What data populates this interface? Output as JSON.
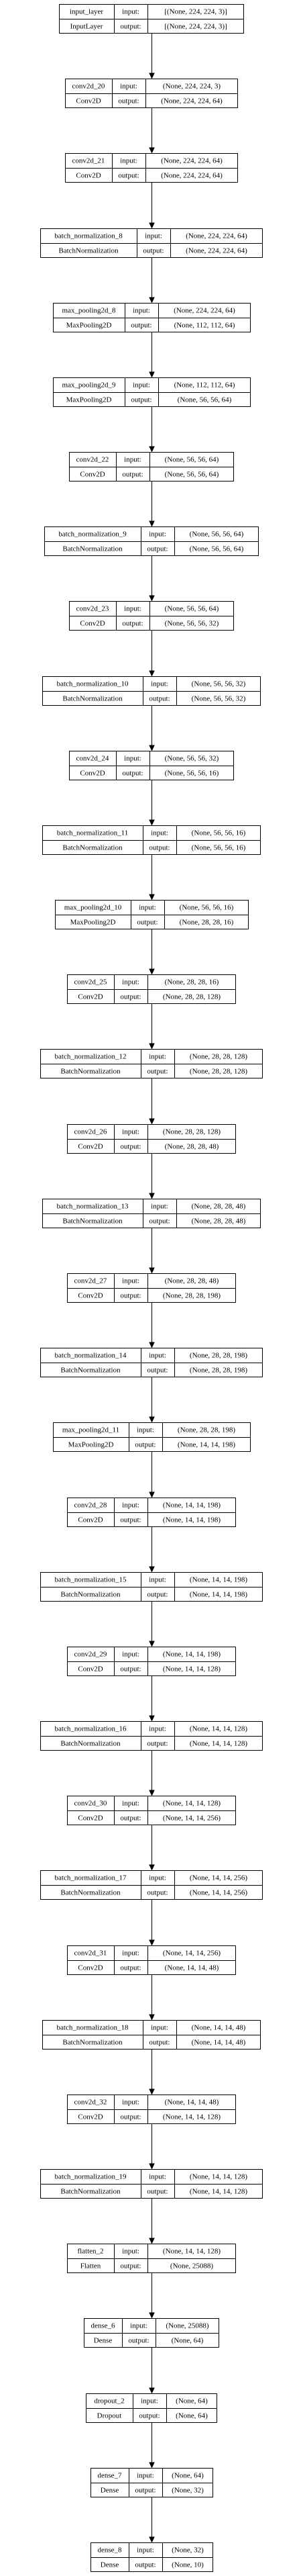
{
  "labels": {
    "input": "input:",
    "output": "output:"
  },
  "layers": [
    {
      "name": "input_layer",
      "type": "InputLayer",
      "input": "[(None, 224, 224, 3)]",
      "output": "[(None, 224, 224, 3)]"
    },
    {
      "name": "conv2d_20",
      "type": "Conv2D",
      "input": "(None, 224, 224, 3)",
      "output": "(None, 224, 224, 64)"
    },
    {
      "name": "conv2d_21",
      "type": "Conv2D",
      "input": "(None, 224, 224, 64)",
      "output": "(None, 224, 224, 64)"
    },
    {
      "name": "batch_normalization_8",
      "type": "BatchNormalization",
      "input": "(None, 224, 224, 64)",
      "output": "(None, 224, 224, 64)"
    },
    {
      "name": "max_pooling2d_8",
      "type": "MaxPooling2D",
      "input": "(None, 224, 224, 64)",
      "output": "(None, 112, 112, 64)"
    },
    {
      "name": "max_pooling2d_9",
      "type": "MaxPooling2D",
      "input": "(None, 112, 112, 64)",
      "output": "(None, 56, 56, 64)"
    },
    {
      "name": "conv2d_22",
      "type": "Conv2D",
      "input": "(None, 56, 56, 64)",
      "output": "(None, 56, 56, 64)"
    },
    {
      "name": "batch_normalization_9",
      "type": "BatchNormalization",
      "input": "(None, 56, 56, 64)",
      "output": "(None, 56, 56, 64)"
    },
    {
      "name": "conv2d_23",
      "type": "Conv2D",
      "input": "(None, 56, 56, 64)",
      "output": "(None, 56, 56, 32)"
    },
    {
      "name": "batch_normalization_10",
      "type": "BatchNormalization",
      "input": "(None, 56, 56, 32)",
      "output": "(None, 56, 56, 32)"
    },
    {
      "name": "conv2d_24",
      "type": "Conv2D",
      "input": "(None, 56, 56, 32)",
      "output": "(None, 56, 56, 16)"
    },
    {
      "name": "batch_normalization_11",
      "type": "BatchNormalization",
      "input": "(None, 56, 56, 16)",
      "output": "(None, 56, 56, 16)"
    },
    {
      "name": "max_pooling2d_10",
      "type": "MaxPooling2D",
      "input": "(None, 56, 56, 16)",
      "output": "(None, 28, 28, 16)"
    },
    {
      "name": "conv2d_25",
      "type": "Conv2D",
      "input": "(None, 28, 28, 16)",
      "output": "(None, 28, 28, 128)"
    },
    {
      "name": "batch_normalization_12",
      "type": "BatchNormalization",
      "input": "(None, 28, 28, 128)",
      "output": "(None, 28, 28, 128)"
    },
    {
      "name": "conv2d_26",
      "type": "Conv2D",
      "input": "(None, 28, 28, 128)",
      "output": "(None, 28, 28, 48)"
    },
    {
      "name": "batch_normalization_13",
      "type": "BatchNormalization",
      "input": "(None, 28, 28, 48)",
      "output": "(None, 28, 28, 48)"
    },
    {
      "name": "conv2d_27",
      "type": "Conv2D",
      "input": "(None, 28, 28, 48)",
      "output": "(None, 28, 28, 198)"
    },
    {
      "name": "batch_normalization_14",
      "type": "BatchNormalization",
      "input": "(None, 28, 28, 198)",
      "output": "(None, 28, 28, 198)"
    },
    {
      "name": "max_pooling2d_11",
      "type": "MaxPooling2D",
      "input": "(None, 28, 28, 198)",
      "output": "(None, 14, 14, 198)"
    },
    {
      "name": "conv2d_28",
      "type": "Conv2D",
      "input": "(None, 14, 14, 198)",
      "output": "(None, 14, 14, 198)"
    },
    {
      "name": "batch_normalization_15",
      "type": "BatchNormalization",
      "input": "(None, 14, 14, 198)",
      "output": "(None, 14, 14, 198)"
    },
    {
      "name": "conv2d_29",
      "type": "Conv2D",
      "input": "(None, 14, 14, 198)",
      "output": "(None, 14, 14, 128)"
    },
    {
      "name": "batch_normalization_16",
      "type": "BatchNormalization",
      "input": "(None, 14, 14, 128)",
      "output": "(None, 14, 14, 128)"
    },
    {
      "name": "conv2d_30",
      "type": "Conv2D",
      "input": "(None, 14, 14, 128)",
      "output": "(None, 14, 14, 256)"
    },
    {
      "name": "batch_normalization_17",
      "type": "BatchNormalization",
      "input": "(None, 14, 14, 256)",
      "output": "(None, 14, 14, 256)"
    },
    {
      "name": "conv2d_31",
      "type": "Conv2D",
      "input": "(None, 14, 14, 256)",
      "output": "(None, 14, 14, 48)"
    },
    {
      "name": "batch_normalization_18",
      "type": "BatchNormalization",
      "input": "(None, 14, 14, 48)",
      "output": "(None, 14, 14, 48)"
    },
    {
      "name": "conv2d_32",
      "type": "Conv2D",
      "input": "(None, 14, 14, 48)",
      "output": "(None, 14, 14, 128)"
    },
    {
      "name": "batch_normalization_19",
      "type": "BatchNormalization",
      "input": "(None, 14, 14, 128)",
      "output": "(None, 14, 14, 128)"
    },
    {
      "name": "flatten_2",
      "type": "Flatten",
      "input": "(None, 14, 14, 128)",
      "output": "(None, 25088)"
    },
    {
      "name": "dense_6",
      "type": "Dense",
      "input": "(None, 25088)",
      "output": "(None, 64)"
    },
    {
      "name": "dropout_2",
      "type": "Dropout",
      "input": "(None, 64)",
      "output": "(None, 64)"
    },
    {
      "name": "dense_7",
      "type": "Dense",
      "input": "(None, 64)",
      "output": "(None, 32)"
    },
    {
      "name": "dense_8",
      "type": "Dense",
      "input": "(None, 32)",
      "output": "(None, 10)"
    }
  ]
}
